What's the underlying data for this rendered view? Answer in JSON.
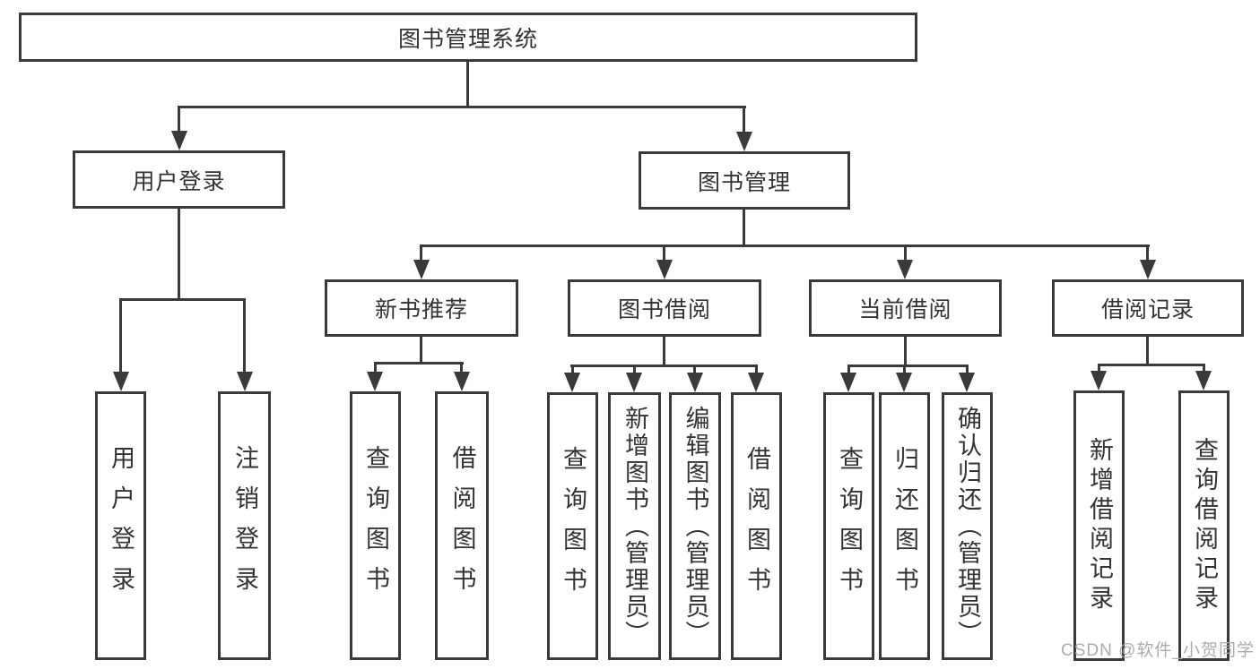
{
  "diagram_title": "图书管理系统",
  "nodes": {
    "root": "图书管理系统",
    "user_login": "用户登录",
    "book_mgmt": "图书管理",
    "new_book_rec": "新书推荐",
    "book_borrow": "图书借阅",
    "current_borrow": "当前借阅",
    "borrow_records": "借阅记录",
    "leaf_user_login": "用户登录",
    "leaf_logout": "注销登录",
    "leaf_nb_query": "查询图书",
    "leaf_nb_borrow": "借阅图书",
    "leaf_bb_query": "查询图书",
    "leaf_bb_add": "新增图书（管理员）",
    "leaf_bb_edit": "编辑图书（管理员）",
    "leaf_bb_borrow": "借阅图书",
    "leaf_cb_query": "查询图书",
    "leaf_cb_return": "归还图书",
    "leaf_cb_confirm": "确认归还（管理员）",
    "leaf_br_add": "新增借阅记录",
    "leaf_br_query": "查询借阅记录"
  },
  "tree": {
    "图书管理系统": {
      "用户登录": [
        "用户登录",
        "注销登录"
      ],
      "图书管理": {
        "新书推荐": [
          "查询图书",
          "借阅图书"
        ],
        "图书借阅": [
          "查询图书",
          "新增图书（管理员）",
          "编辑图书（管理员）",
          "借阅图书"
        ],
        "当前借阅": [
          "查询图书",
          "归还图书",
          "确认归还（管理员）"
        ],
        "借阅记录": [
          "新增借阅记录",
          "查询借阅记录"
        ]
      }
    }
  },
  "watermark": "CSDN @软件_小贺同学",
  "colors": {
    "line": "#3a3a3a",
    "text": "#333333",
    "background": "#ffffff",
    "watermark": "#a8a8ac"
  }
}
